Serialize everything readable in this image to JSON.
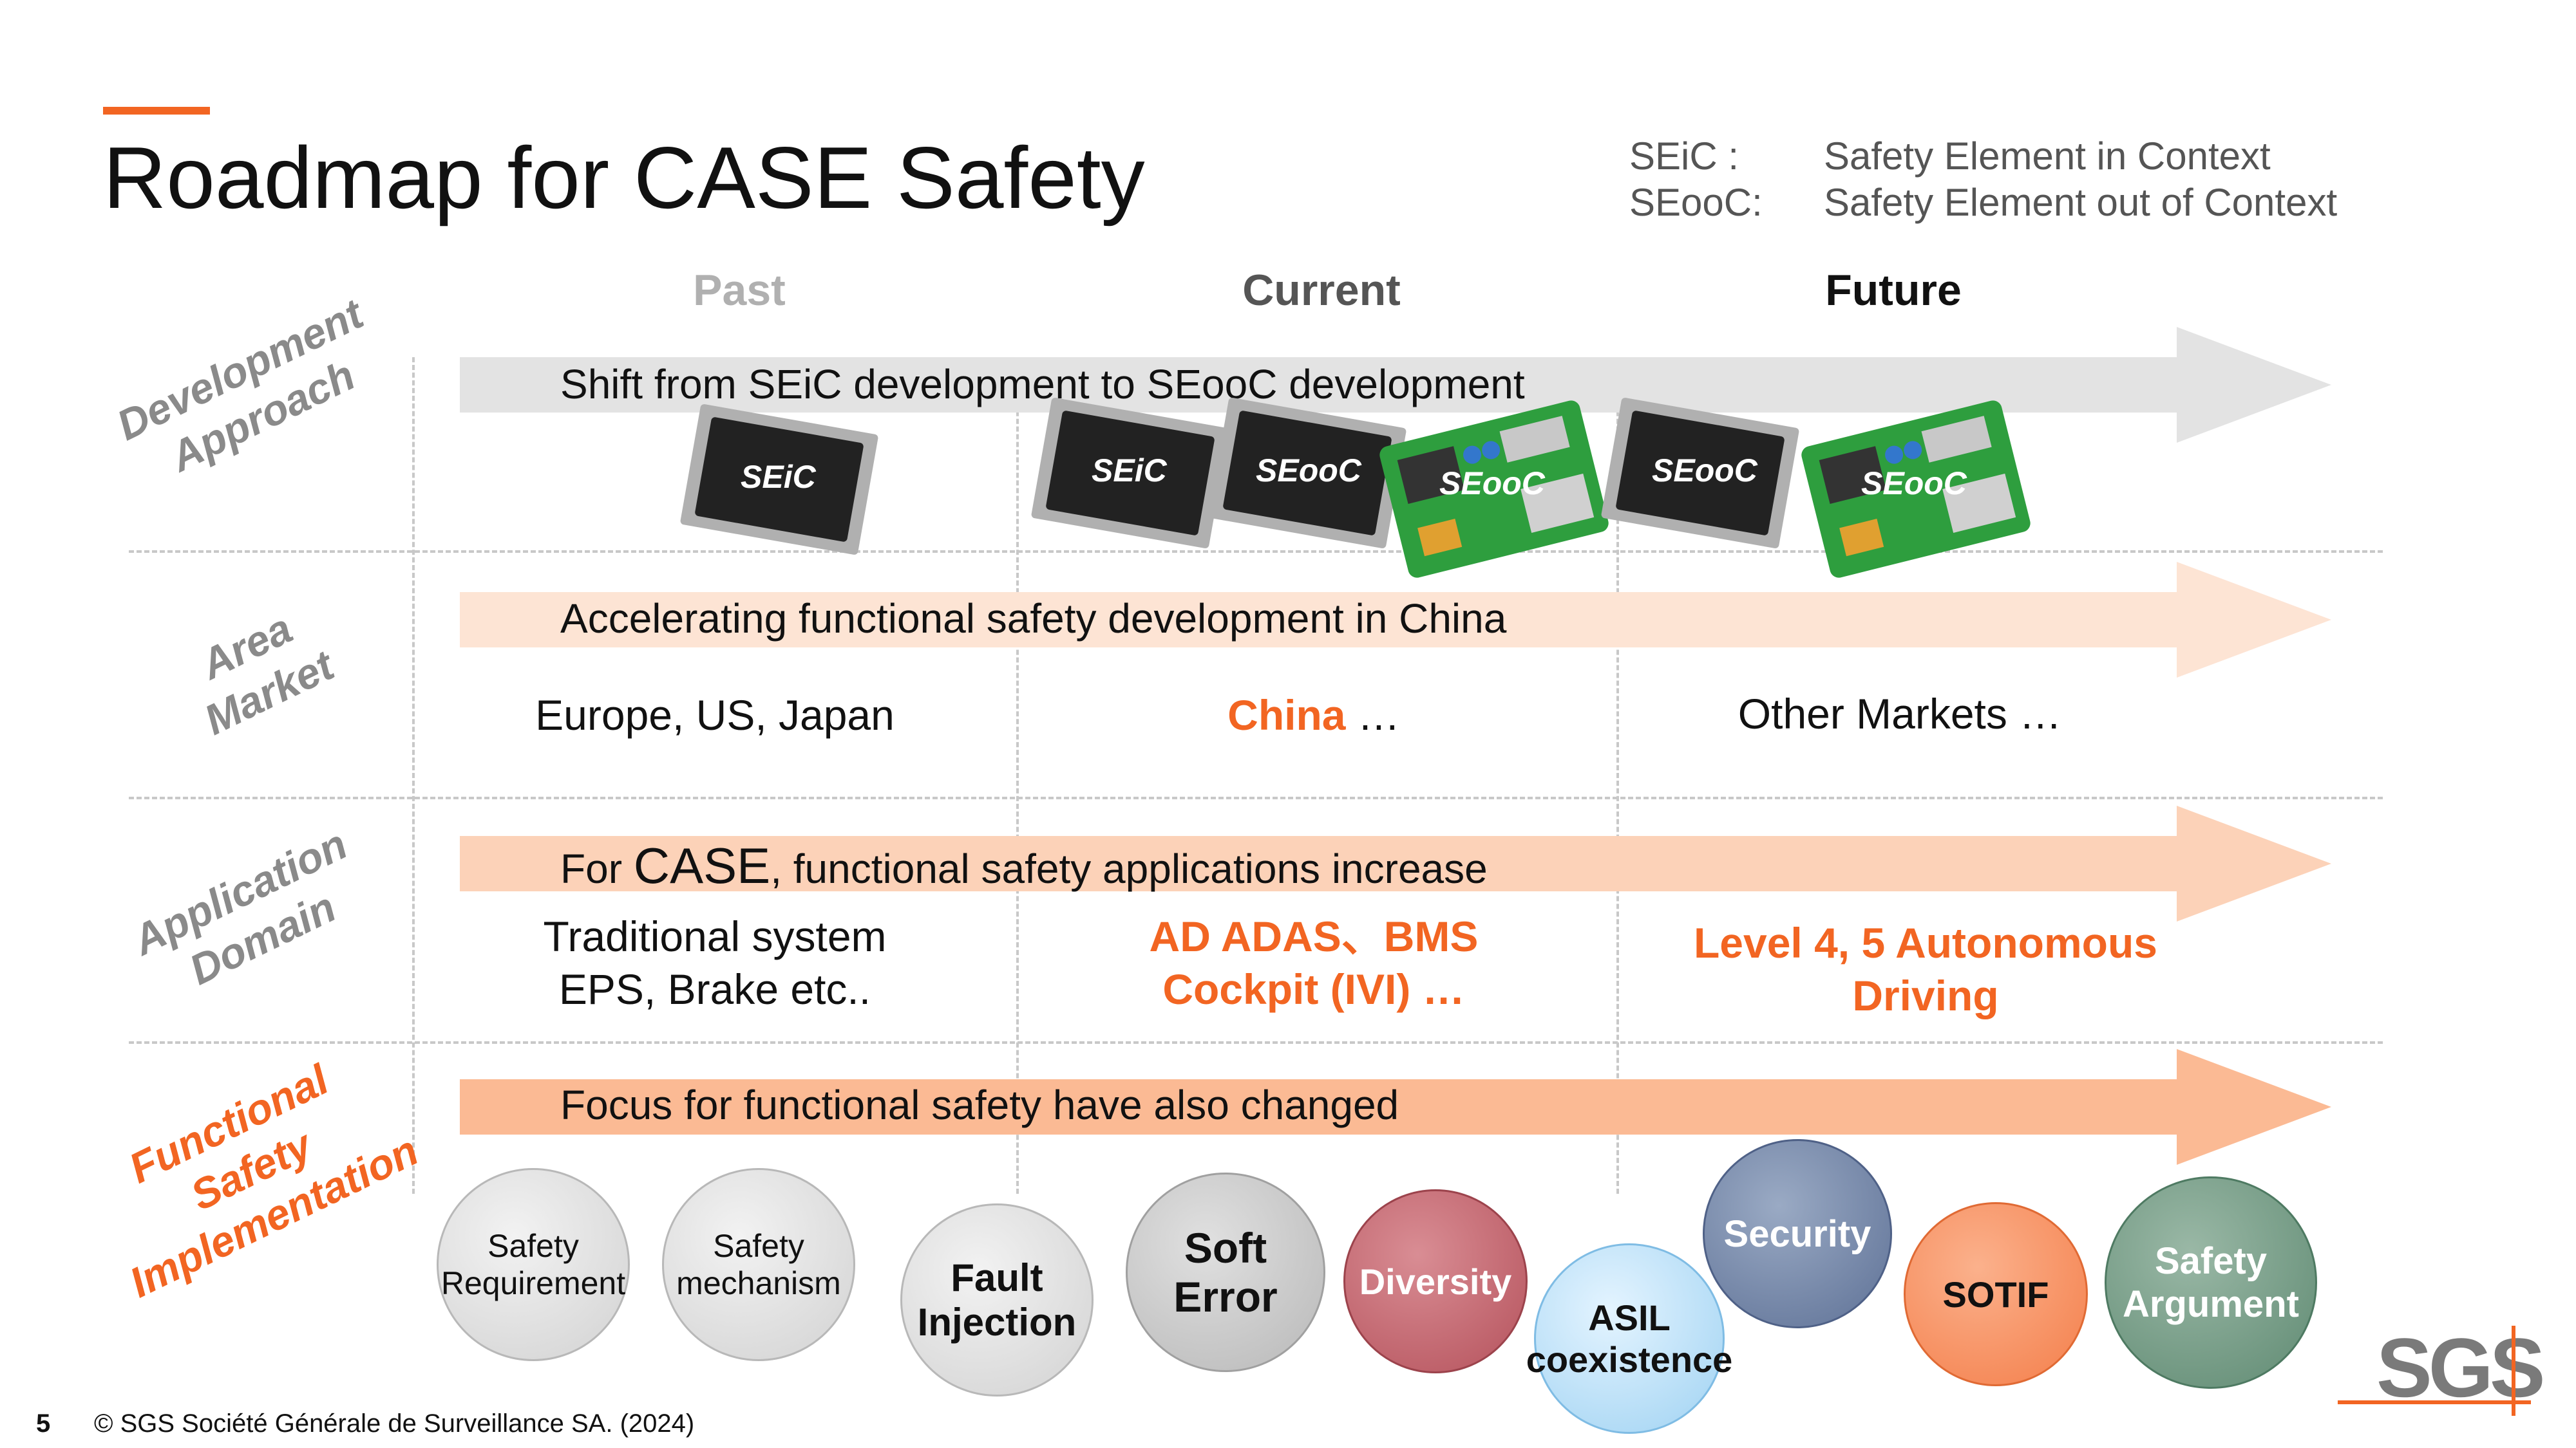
{
  "title": "Roadmap for CASE Safety",
  "legend": [
    {
      "abbr": "SEiC :",
      "meaning": "Safety Element in Context"
    },
    {
      "abbr": "SEooC:",
      "meaning": "Safety Element out of Context"
    }
  ],
  "phases": {
    "past": "Past",
    "current": "Current",
    "future": "Future"
  },
  "rows": {
    "development": {
      "label": "Development\nApproach",
      "arrow_text": "Shift from SEiC development to SEooC development",
      "chips": {
        "past_seic": "SEiC",
        "cur_seic": "SEiC",
        "cur_seooc": "SEooC",
        "cur_board": "SEooC",
        "fut_seooc": "SEooC",
        "fut_board": "SEooC"
      }
    },
    "area": {
      "label": "Area\nMarket",
      "arrow_text": "Accelerating functional safety development in China",
      "past": "Europe, US, Japan",
      "current_highlight": "China",
      "current_rest": " …",
      "future": "Other Markets …"
    },
    "application": {
      "label": "Application\nDomain",
      "arrow_pre": "For ",
      "arrow_big": "CASE",
      "arrow_post": ", functional safety applications increase",
      "past_line1": "Traditional system",
      "past_line2": "EPS, Brake etc..",
      "current_line1": "AD ADAS、BMS",
      "current_line2": "Cockpit (IVI) …",
      "future_line1": "Level 4, 5 Autonomous",
      "future_line2": "Driving"
    },
    "implementation": {
      "label": "Functional\nSafety\nImplementation",
      "arrow_text": "Focus for functional safety have also changed"
    }
  },
  "bubbles": [
    {
      "label": "Safety\nRequirement"
    },
    {
      "label": "Safety\nmechanism"
    },
    {
      "label": "Fault\nInjection"
    },
    {
      "label": "Soft\nError"
    },
    {
      "label": "Diversity"
    },
    {
      "label": "ASIL\ncoexistence"
    },
    {
      "label": "Security"
    },
    {
      "label": "SOTIF"
    },
    {
      "label": "Safety\nArgument"
    }
  ],
  "colors": {
    "accent": "#f26522",
    "arrow_grey": "#e3e3e3",
    "arrow_peach_light": "#fde4d4",
    "arrow_peach": "#fcd2b8",
    "arrow_peach_strong": "#fbba94"
  },
  "logo": "SGS",
  "footer": {
    "page": "5",
    "copyright": "© SGS Société Générale de Surveillance SA. (2024)"
  }
}
